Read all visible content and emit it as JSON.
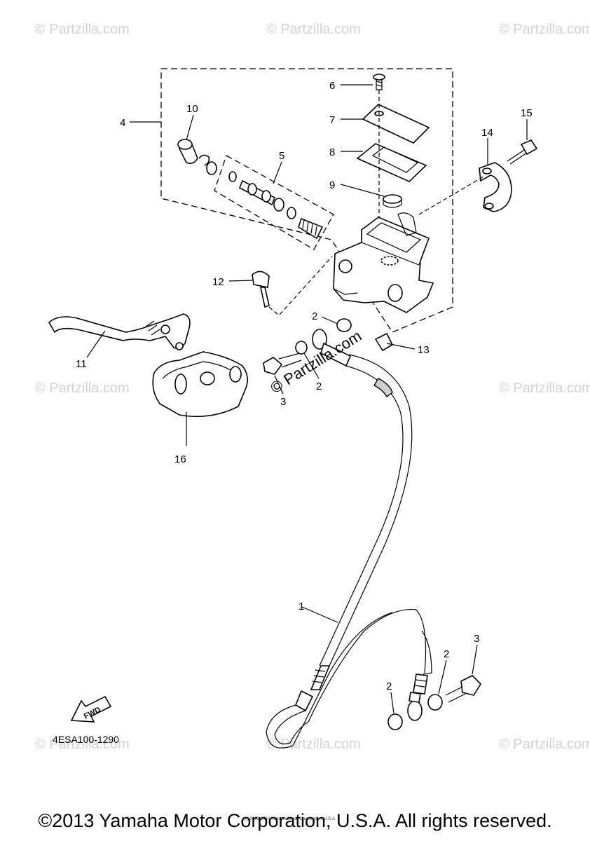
{
  "callouts": {
    "c1": "1",
    "c2a": "2",
    "c2b": "2",
    "c2c": "2",
    "c2d": "2",
    "c3a": "3",
    "c3b": "3",
    "c4": "4",
    "c5": "5",
    "c6": "6",
    "c7": "7",
    "c8": "8",
    "c9": "9",
    "c10": "10",
    "c11": "11",
    "c12": "12",
    "c13": "13",
    "c14": "14",
    "c15": "15",
    "c16": "16"
  },
  "fwd_label": "FWD",
  "diagram_code": "4ESA100-1290",
  "watermark": "© Partzilla.com",
  "fine_print": "(c) 2005-2016 Yamaha Motor Corporation, U.S.A.",
  "copyright": "©2013 Yamaha Motor Corporation, U.S.A. All rights reserved."
}
